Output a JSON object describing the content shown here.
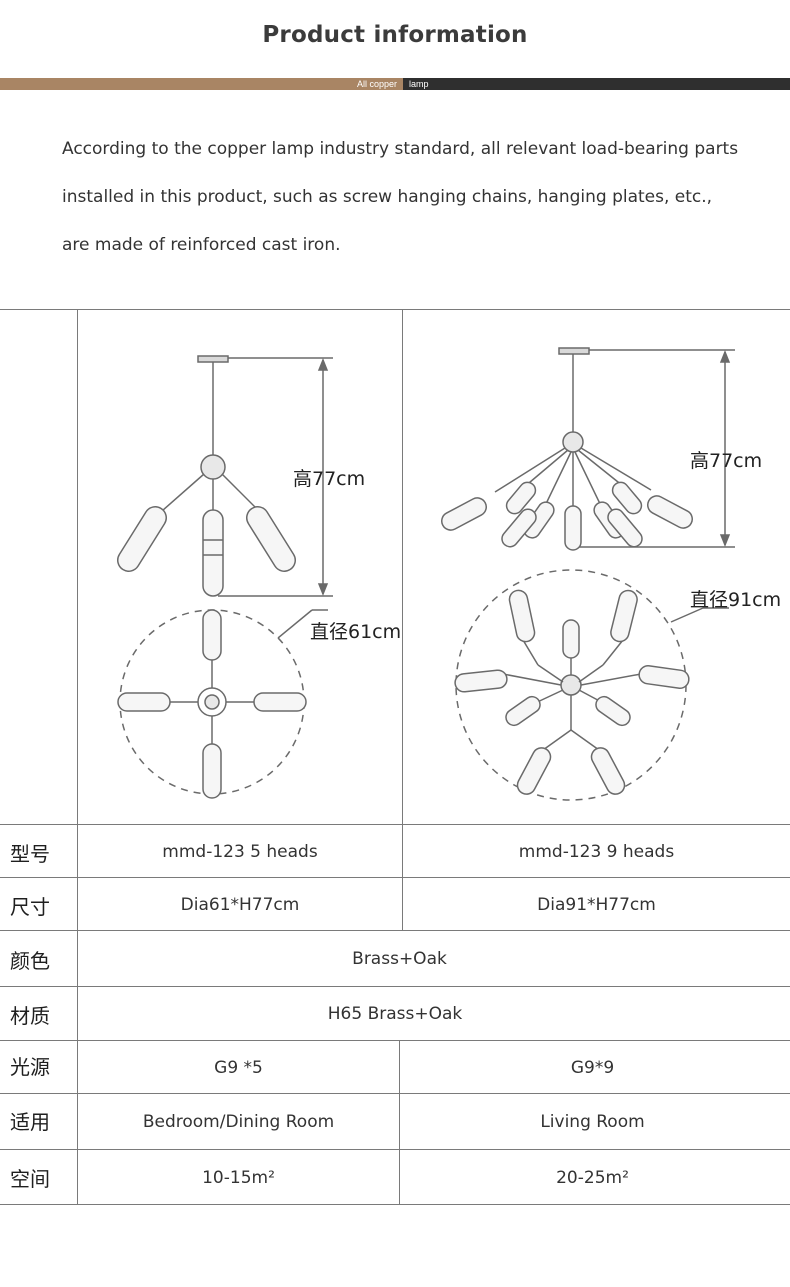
{
  "header": {
    "title": "Product information",
    "band_left": "All copper",
    "band_right": "lamp"
  },
  "intro": {
    "lines": [
      "According to the copper lamp industry standard, all relevant load-bearing parts",
      "installed in this product, such as screw hanging chains, hanging plates, etc.,",
      "are made of reinforced cast iron."
    ]
  },
  "diagrams": {
    "left": {
      "height_label": "高77cm",
      "diameter_label": "直径61cm"
    },
    "right": {
      "height_label": "高77cm",
      "diameter_label": "直径91cm"
    }
  },
  "specs": {
    "model": {
      "label": "型号",
      "left": "mmd-123 5 heads",
      "right": "mmd-123 9 heads"
    },
    "size": {
      "label": "尺寸",
      "left": "Dia61*H77cm",
      "right": "Dia91*H77cm"
    },
    "color": {
      "label": "颜色",
      "value": "Brass+Oak"
    },
    "material": {
      "label": "材质",
      "value": "H65 Brass+Oak"
    },
    "light": {
      "label": "光源",
      "left": "G9 *5",
      "right": "G9*9"
    },
    "usage": {
      "label": "适用",
      "left": "Bedroom/Dining Room",
      "right": "Living Room"
    },
    "space": {
      "label": "空间",
      "left": "10-15m²",
      "right": "20-25m²"
    }
  },
  "colors": {
    "band_left": "#a98564",
    "band_right": "#2f2f2f",
    "line": "#7a7a7a",
    "text": "#333333"
  }
}
